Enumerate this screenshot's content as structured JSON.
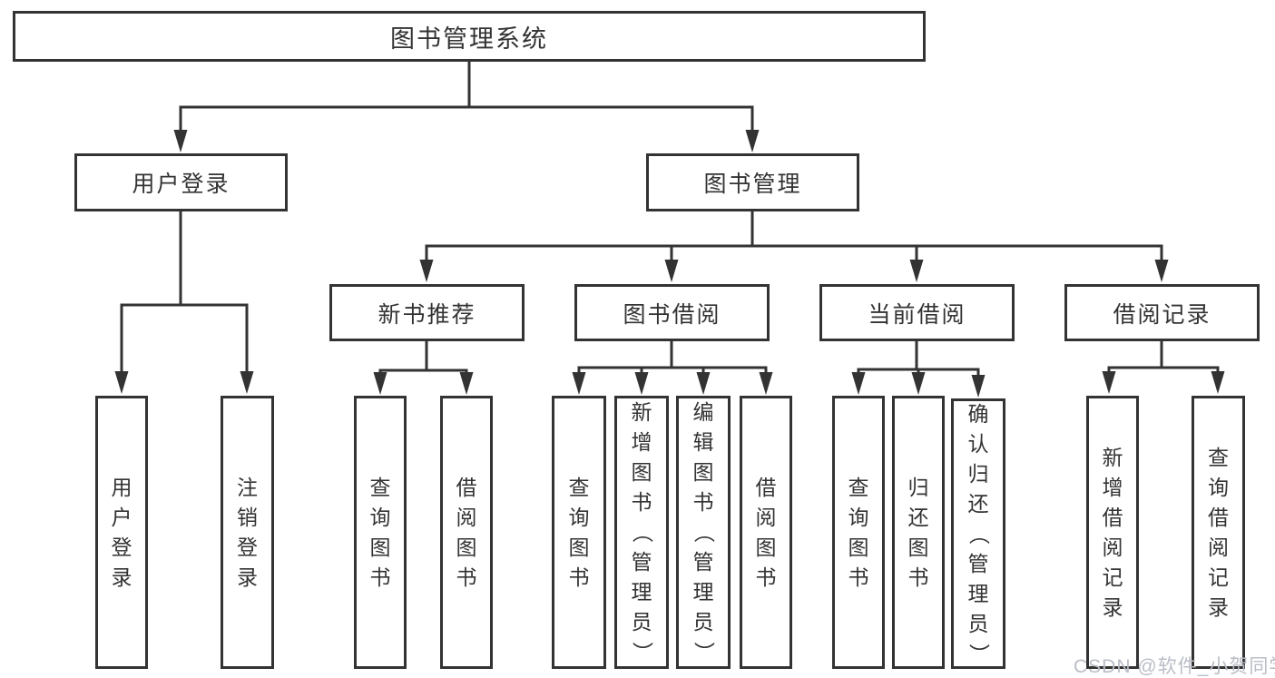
{
  "diagram": {
    "root": {
      "label": "图书管理系统"
    },
    "level2": [
      {
        "label": "用户登录"
      },
      {
        "label": "图书管理"
      }
    ],
    "level3": [
      {
        "label": "新书推荐"
      },
      {
        "label": "图书借阅"
      },
      {
        "label": "当前借阅"
      },
      {
        "label": "借阅记录"
      }
    ],
    "leaves": [
      {
        "label": "用户登录"
      },
      {
        "label": "注销登录"
      },
      {
        "label": "查询图书"
      },
      {
        "label": "借阅图书"
      },
      {
        "label": "查询图书"
      },
      {
        "label": "新增图书（管理员）"
      },
      {
        "label": "编辑图书（管理员）"
      },
      {
        "label": "借阅图书"
      },
      {
        "label": "查询图书"
      },
      {
        "label": "归还图书"
      },
      {
        "label": "确认归还（管理员）"
      },
      {
        "label": "新增借阅记录"
      },
      {
        "label": "查询借阅记录"
      }
    ]
  },
  "watermark": {
    "text": "CSDN @软件_小贺同学",
    "color": "#b9bdc6"
  },
  "colors": {
    "line": "#333333",
    "box_border": "#333333",
    "text": "#333333",
    "background": "#ffffff"
  }
}
